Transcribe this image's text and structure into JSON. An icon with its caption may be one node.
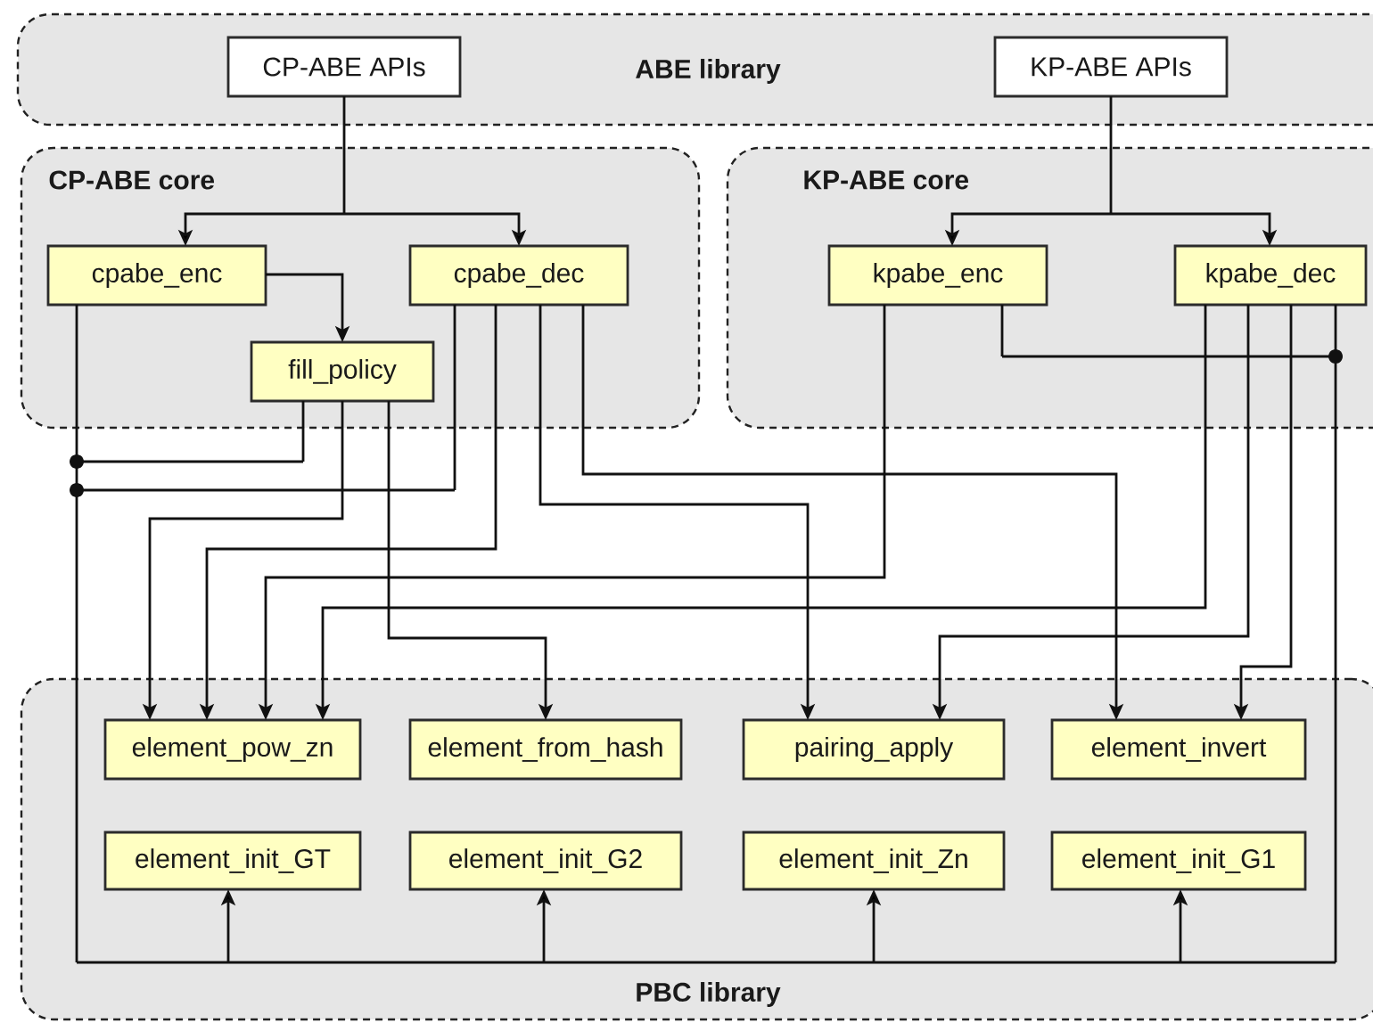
{
  "diagram": {
    "nodes": [
      {
        "text": [
          "ABE library"
        ]
      },
      {
        "text": [
          "CP-ABE APIs"
        ],
        "in": 0
      },
      {
        "text": [
          "KP-ABE APIs"
        ],
        "in": 0
      },
      {
        "text": [
          "CP-ABE core"
        ]
      },
      {
        "text": [
          "cpabe_enc"
        ],
        "in": 3
      },
      {
        "text": [
          "cpabe_dec"
        ],
        "in": 3
      },
      {
        "text": [
          "fill_policy"
        ],
        "in": 3
      },
      {
        "text": [
          "KP-ABE core"
        ]
      },
      {
        "text": [
          "kpabe_enc"
        ],
        "in": 7
      },
      {
        "text": [
          "kpabe_dec"
        ],
        "in": 7
      },
      {
        "text": [
          "PBC library"
        ]
      },
      {
        "text": [
          "element_pow_zn"
        ],
        "in": 10
      },
      {
        "text": [
          "element_from_hash"
        ],
        "in": 10
      },
      {
        "text": [
          "pairing_apply"
        ],
        "in": 10
      },
      {
        "text": [
          "element_invert"
        ],
        "in": 10
      },
      {
        "text": [
          "element_init_GT"
        ],
        "in": 10
      },
      {
        "text": [
          "element_init_G2"
        ],
        "in": 10
      },
      {
        "text": [
          "element_init_Zn"
        ],
        "in": 10
      },
      {
        "text": [
          "element_init_G1"
        ],
        "in": 10
      }
    ],
    "edges": [
      {
        "from": 1,
        "to": 4,
        "arrow": "to"
      },
      {
        "from": 1,
        "to": 5,
        "arrow": "to"
      },
      {
        "from": 2,
        "to": 8,
        "arrow": "to"
      },
      {
        "from": 2,
        "to": 9,
        "arrow": "to"
      },
      {
        "from": 4,
        "to": 6,
        "arrow": "to"
      },
      {
        "from": 6,
        "to": 11,
        "arrow": "to"
      },
      {
        "from": 6,
        "to": 12,
        "arrow": "to"
      },
      {
        "from": 5,
        "to": 11,
        "arrow": "to"
      },
      {
        "from": 5,
        "to": 13,
        "arrow": "to"
      },
      {
        "from": 5,
        "to": 14,
        "arrow": "to"
      },
      {
        "from": 8,
        "to": 11,
        "arrow": "to"
      },
      {
        "from": 9,
        "to": 11,
        "arrow": "to"
      },
      {
        "from": 9,
        "to": 13,
        "arrow": "to"
      },
      {
        "from": 9,
        "to": 14,
        "arrow": "to"
      },
      {
        "from": 4,
        "to": 15,
        "arrow": "to"
      },
      {
        "from": 4,
        "to": 16,
        "arrow": "to"
      },
      {
        "from": 4,
        "to": 17,
        "arrow": "to"
      },
      {
        "from": 4,
        "to": 18,
        "arrow": "to"
      },
      {
        "from": 6,
        "to": 15,
        "arrow": "to"
      },
      {
        "from": 6,
        "to": 16,
        "arrow": "to"
      },
      {
        "from": 6,
        "to": 17,
        "arrow": "to"
      },
      {
        "from": 6,
        "to": 18,
        "arrow": "to"
      },
      {
        "from": 5,
        "to": 15,
        "arrow": "to"
      },
      {
        "from": 5,
        "to": 16,
        "arrow": "to"
      },
      {
        "from": 5,
        "to": 17,
        "arrow": "to"
      },
      {
        "from": 5,
        "to": 18,
        "arrow": "to"
      },
      {
        "from": 8,
        "to": 15,
        "arrow": "to"
      },
      {
        "from": 8,
        "to": 16,
        "arrow": "to"
      },
      {
        "from": 8,
        "to": 17,
        "arrow": "to"
      },
      {
        "from": 8,
        "to": 18,
        "arrow": "to"
      },
      {
        "from": 9,
        "to": 15,
        "arrow": "to"
      },
      {
        "from": 9,
        "to": 16,
        "arrow": "to"
      },
      {
        "from": 9,
        "to": 17,
        "arrow": "to"
      },
      {
        "from": 9,
        "to": 18,
        "arrow": "to"
      }
    ]
  }
}
